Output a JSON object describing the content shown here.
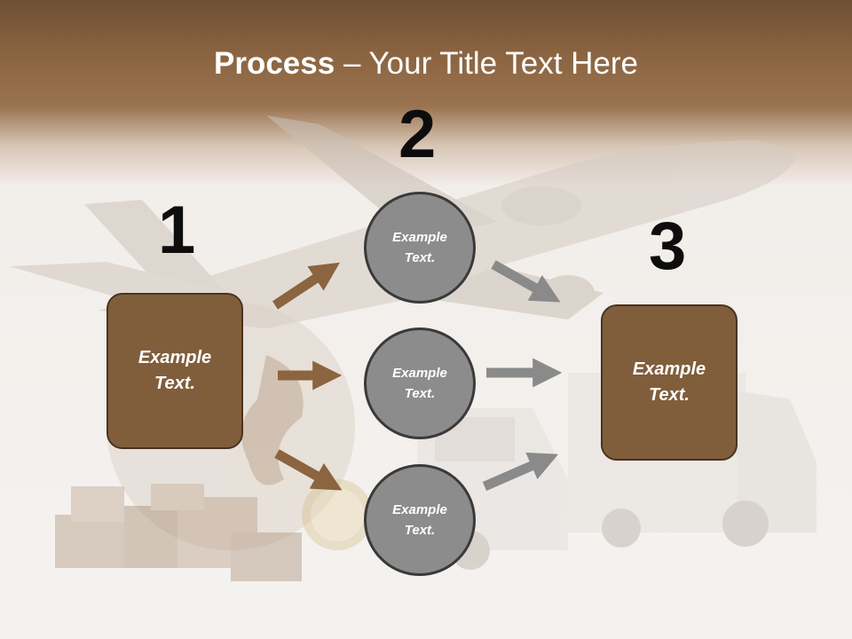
{
  "title": {
    "bold": "Process",
    "rest": " – Your Title Text Here"
  },
  "numbers": [
    "1",
    "2",
    "3"
  ],
  "left_box": {
    "text": "Example Text."
  },
  "right_box": {
    "text": "Example Text."
  },
  "circles": [
    {
      "text": "Example Text."
    },
    {
      "text": "Example Text."
    },
    {
      "text": "Example Text."
    }
  ],
  "colors": {
    "header": "#8a6441",
    "box": "#805e3c",
    "circle": "#8c8c8c",
    "arrow_brown": "#8b6440",
    "arrow_gray": "#8a8a8a"
  }
}
